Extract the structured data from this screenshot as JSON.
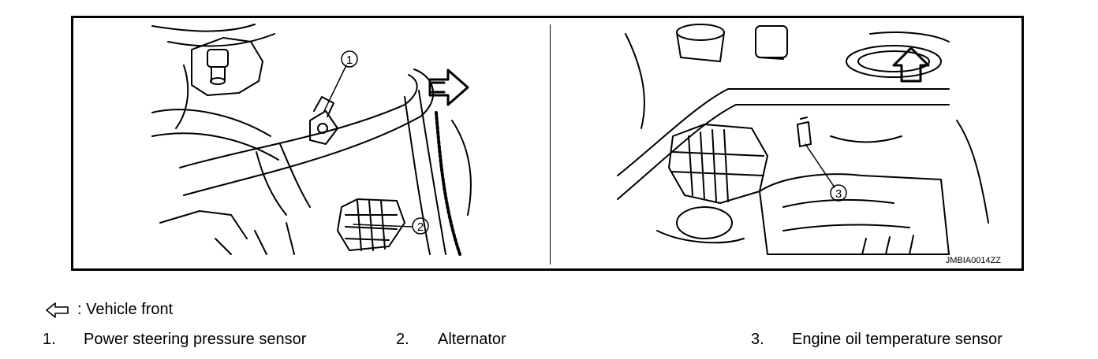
{
  "figure": {
    "id_label": "JMBIA0014ZZ",
    "callouts": [
      "1",
      "2",
      "3"
    ]
  },
  "legend": {
    "front_arrow_icon": "hollow-arrow-left-icon",
    "front_label": ": Vehicle front",
    "items": [
      {
        "number": "1.",
        "label": "Power steering pressure sensor"
      },
      {
        "number": "2.",
        "label": "Alternator"
      },
      {
        "number": "3.",
        "label": "Engine oil temperature sensor"
      }
    ]
  }
}
